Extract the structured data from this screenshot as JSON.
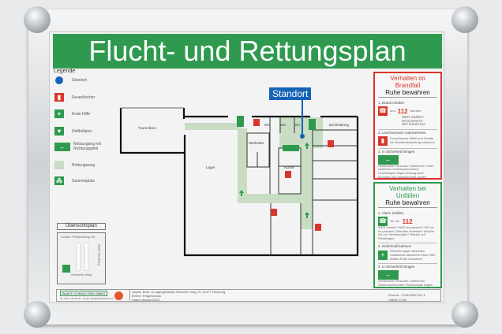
{
  "title": "Flucht- und Rettungsplan",
  "legend": {
    "title": "Legende",
    "items": [
      {
        "icon": "location-dot",
        "label": "Standort"
      },
      {
        "icon": "fire-extinguisher",
        "label": "Feuerlöscher"
      },
      {
        "icon": "first-aid",
        "label": "Erste Hilfe"
      },
      {
        "icon": "defibrillator",
        "label": "Defibrillator"
      },
      {
        "icon": "emergency-exit-arrow",
        "label": "Notausgang mit Richtungspfeil"
      },
      {
        "icon": "escape-route-swatch",
        "label": "Rettungsweg"
      },
      {
        "icon": "assembly-point",
        "label": "Sammelplatz"
      }
    ]
  },
  "overview": {
    "title": "Übersichtsplan",
    "street1": "Laufstr. Friedensweg Str.",
    "street2": "Sinstorfer Weg",
    "street3": "Stadt Hamburg"
  },
  "plan": {
    "standort_label": "Standort",
    "rooms": [
      "Tourenbüro",
      "Lager",
      "Werkstatt",
      "WC",
      "WC",
      "WC",
      "Küche",
      "Buchhaltung"
    ]
  },
  "fire_box": {
    "title": "Verhalten im Brandfall",
    "subtitle": "Ruhe bewahren",
    "step1": "1. Brand melden",
    "call_prefix": "und",
    "number": "112",
    "call_suffix": "anrufen",
    "questions": [
      "WER meldet?",
      "WAS brennt?",
      "WO brennt es?"
    ],
    "step2": "2. Löschversuch unternehmen",
    "step2_text": "Feuerlöscher Mittel und Geräte zur Brandbekämpfung benutzen",
    "step3": "3. In Sicherheit bringen",
    "step3_text": "Gefährdete Personen mitnehmen Türen schließen Gekennzeichneten Fluchtwegen folgen Aufzug nicht benutzen Auf Anweisungen achten"
  },
  "accident_box": {
    "title": "Verhalten bei Unfällen",
    "subtitle": "Ruhe bewahren",
    "step1": "1. Alarm melden",
    "tel_prefix": "Tel.-Nr.",
    "number": "112",
    "questions": "WER meldet? WAS ist passiert? WO ist es passiert? Wieviele Verletzte? Welche Art von Verletzungen? Warten auf Rückfragen",
    "step2": "2. Sofortmaßnahmen",
    "step2_text": "Absicherungen beachten Unfallstelle absichern Erste Hilfe leisten Ruhe bewahren",
    "step3": "3. In Sicherheit bringen",
    "step3_text": "Gefährdete Personen mitnehmen Gekennzeichneten Fluchtwegen folgen Anweisungen des Personals achten"
  },
  "footer": {
    "company": "BAACK CONSULTING GMBH",
    "contact": "Tel. 040 / 123 45 00 · Email: info@baackgmbh.com",
    "objekt_label": "Objekt:",
    "objekt": "Büro- & Lagergebäude Sinstorfer Weg 70, 21077 Hamburg",
    "ebene_label": "Ebene:",
    "ebene": "Erdgeschoss",
    "stand_label": "Stand:",
    "stand": "August 2024",
    "plan_label": "Plan-Nr.:",
    "plan_nr": "1728-RWP-EG-1",
    "objekt_nr_label": "Objekt:",
    "objekt_nr": "1728"
  },
  "colors": {
    "green": "#2f9a4f",
    "red": "#d9352a",
    "blue": "#1563b7",
    "route": "#c9dcc4"
  }
}
